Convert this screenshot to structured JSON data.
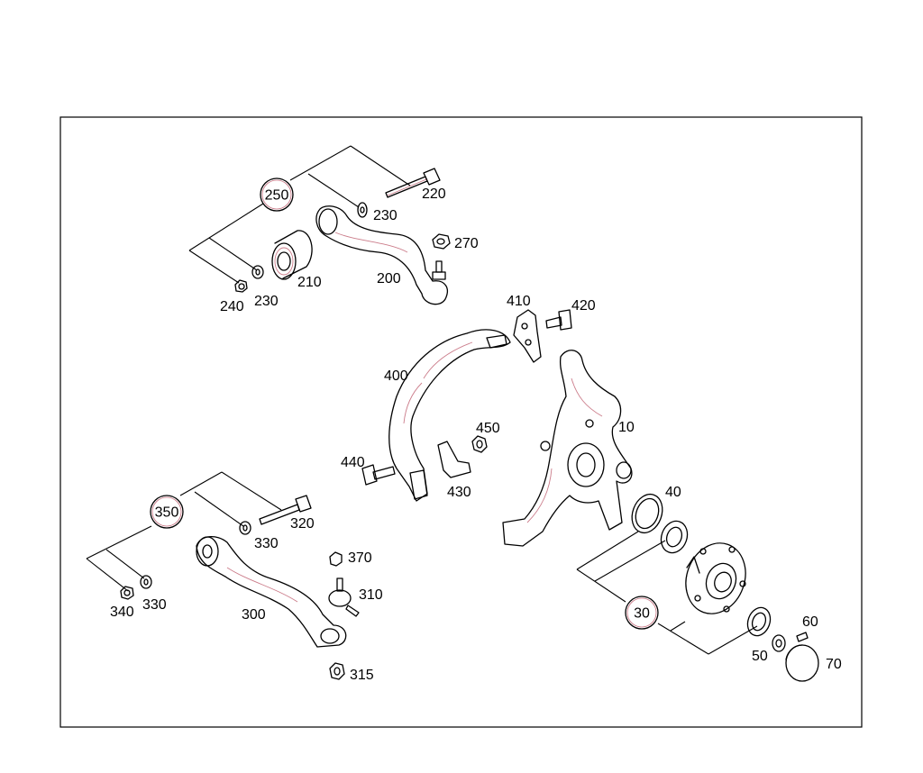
{
  "diagram": {
    "callouts": {
      "c250": "250",
      "c350": "350",
      "c30": "30"
    },
    "labels": {
      "l220": "220",
      "l230a": "230",
      "l270": "270",
      "l210": "210",
      "l200": "200",
      "l240": "240",
      "l230b": "230",
      "l410": "410",
      "l420": "420",
      "l400": "400",
      "l10": "10",
      "l450": "450",
      "l440": "440",
      "l430": "430",
      "l40": "40",
      "l320": "320",
      "l330a": "330",
      "l370": "370",
      "l310": "310",
      "l340": "340",
      "l330b": "330",
      "l300": "300",
      "l315": "315",
      "l60": "60",
      "l50": "50",
      "l70": "70"
    }
  }
}
